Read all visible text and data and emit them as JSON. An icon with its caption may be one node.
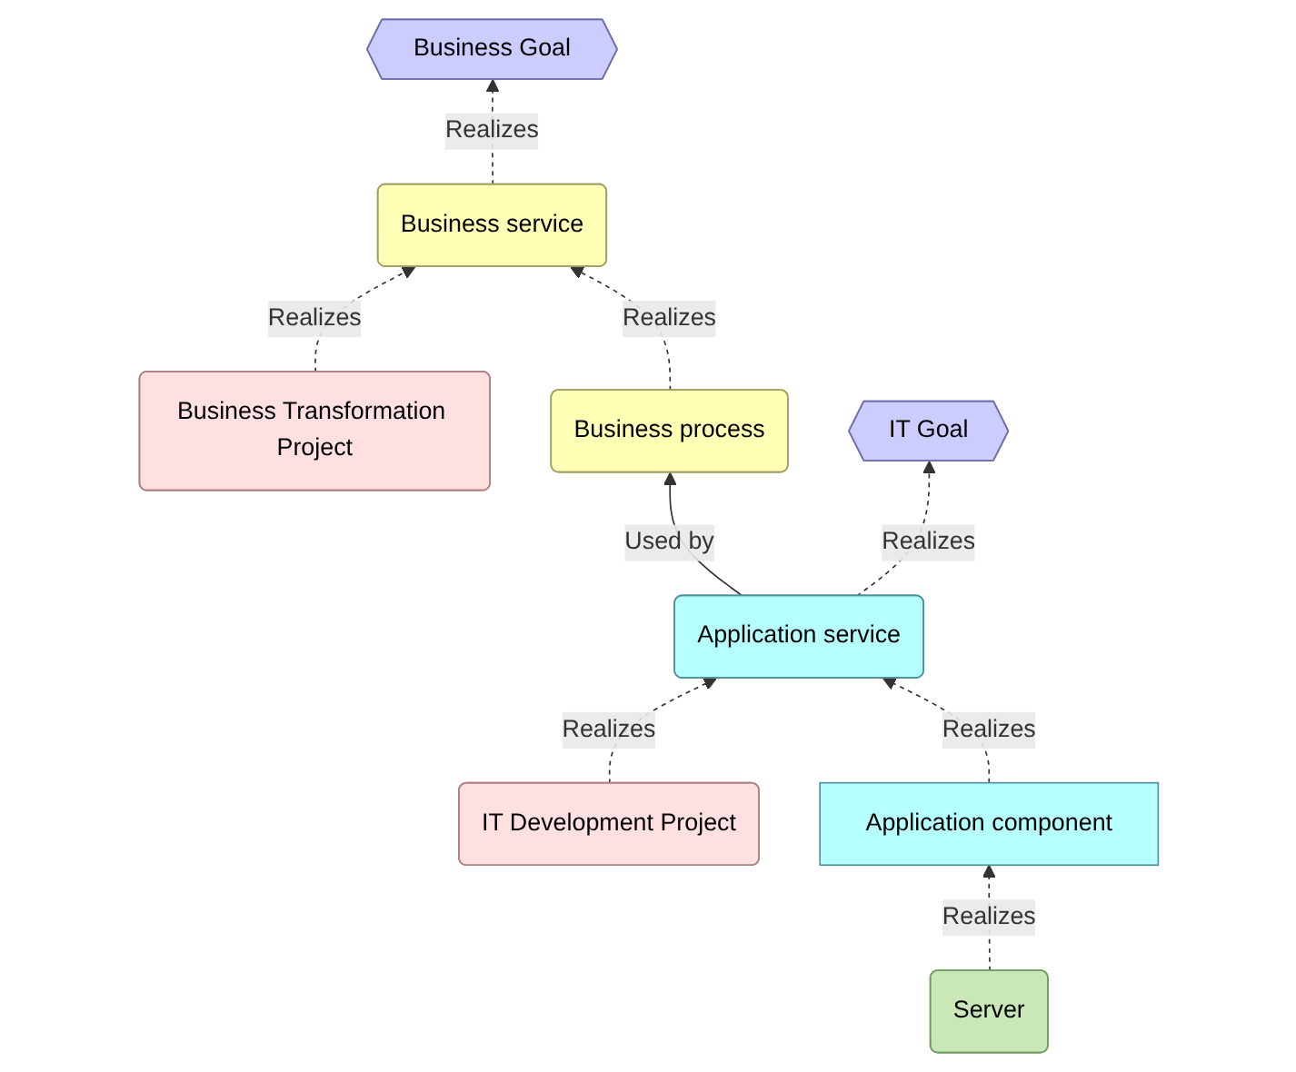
{
  "diagram": {
    "nodes": [
      {
        "text": [
          "Business Transformation Project"
        ]
      },
      {
        "text": [
          "Business service"
        ]
      },
      {
        "text": [
          "Business Goal"
        ]
      },
      {
        "text": [
          "Business process"
        ]
      },
      {
        "text": [
          "IT Development Project"
        ]
      },
      {
        "text": [
          "Application service"
        ]
      },
      {
        "text": [
          "IT Goal"
        ]
      },
      {
        "text": [
          "Application component"
        ]
      },
      {
        "text": [
          "Server"
        ]
      }
    ],
    "edges": [
      {
        "from": 0,
        "to": 1,
        "arrow": "to",
        "label": "Realizes",
        "style": "dashed"
      },
      {
        "from": 1,
        "to": 2,
        "arrow": "to",
        "label": "Realizes",
        "style": "dashed"
      },
      {
        "from": 3,
        "to": 1,
        "arrow": "to",
        "label": "Realizes",
        "style": "dashed"
      },
      {
        "from": 5,
        "to": 3,
        "arrow": "to",
        "label": "Used by"
      },
      {
        "from": 4,
        "to": 5,
        "arrow": "to",
        "label": "Realizes",
        "style": "dashed"
      },
      {
        "from": 5,
        "to": 6,
        "arrow": "to",
        "label": "Realizes",
        "style": "dashed"
      },
      {
        "from": 7,
        "to": 5,
        "arrow": "to",
        "label": "Realizes",
        "style": "dashed"
      },
      {
        "from": 8,
        "to": 7,
        "arrow": "to",
        "label": "Realizes",
        "style": "dashed"
      }
    ]
  }
}
